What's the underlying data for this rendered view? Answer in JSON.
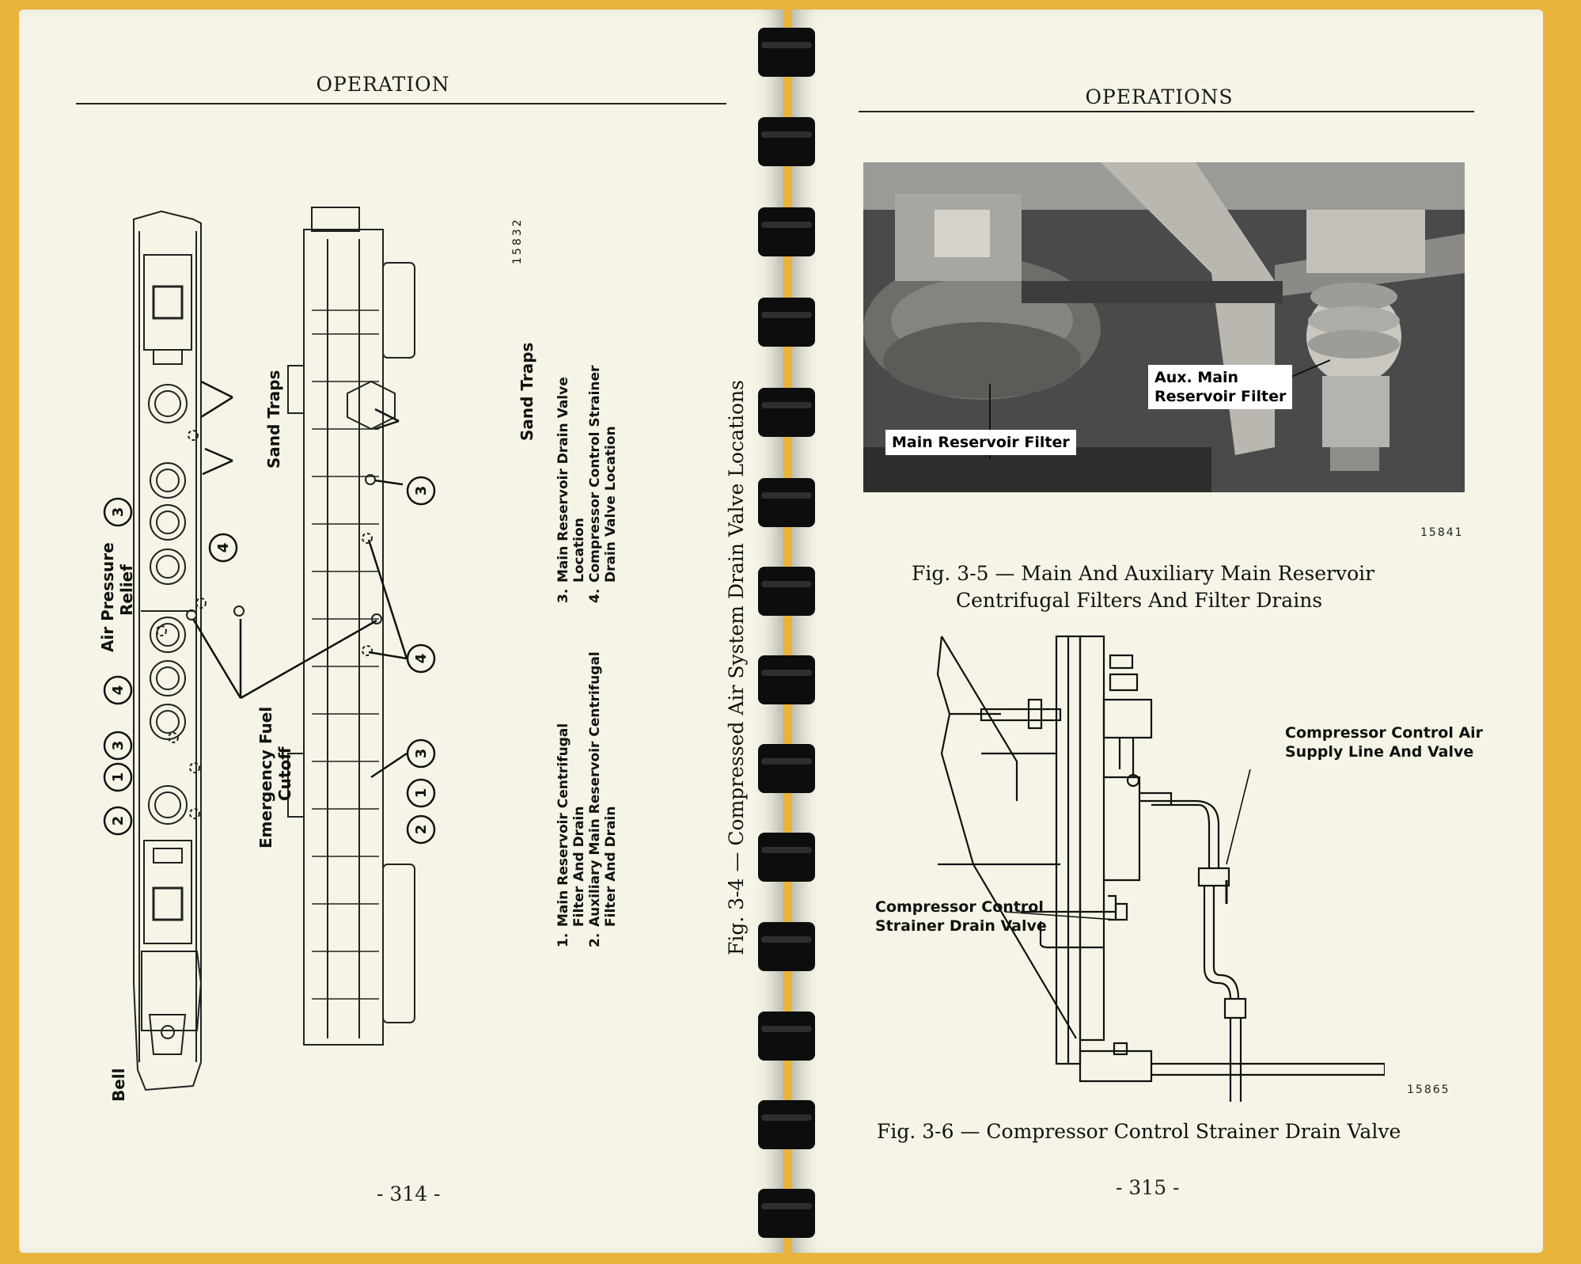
{
  "left_page": {
    "header": "OPERATION",
    "page_number": "- 314 -",
    "diagram_code": "15832",
    "labels": {
      "sand_traps_top": "Sand Traps",
      "sand_traps_side": "Sand Traps",
      "air_pressure_relief": [
        "Air Pressure",
        "Relief"
      ],
      "emergency_fuel_cutoff": [
        "Emergency Fuel",
        "Cutoff"
      ],
      "bell": "Bell"
    },
    "callout_numbers": [
      "1",
      "2",
      "3",
      "4"
    ],
    "legend": [
      {
        "num": "1.",
        "lines": [
          "Main Reservoir Centrifugal",
          "Filter And Drain"
        ]
      },
      {
        "num": "2.",
        "lines": [
          "Auxiliary Main Reservoir Centrifugal",
          "Filter And Drain"
        ]
      },
      {
        "num": "3.",
        "lines": [
          "Main Reservoir Drain Valve",
          "Location"
        ]
      },
      {
        "num": "4.",
        "lines": [
          "Compressor Control Strainer",
          "Drain Valve Location"
        ]
      }
    ],
    "figure_caption": "Fig. 3-4 — Compressed Air System Drain Valve Locations"
  },
  "right_page": {
    "header": "OPERATIONS",
    "page_number": "- 315 -",
    "photo_labels": {
      "main_filter": "Main Reservoir Filter",
      "aux_filter": [
        "Aux. Main",
        "Reservoir Filter"
      ]
    },
    "photo_code": "15841",
    "fig5_caption": [
      "Fig. 3-5 — Main And Auxiliary Main Reservoir",
      "Centrifugal Filters And Filter Drains"
    ],
    "diagram_labels": {
      "supply_line": [
        "Compressor Control Air",
        "Supply Line And Valve"
      ],
      "strainer_valve": [
        "Compressor Control",
        "Strainer Drain Valve"
      ]
    },
    "diagram_code": "15865",
    "fig6_caption": "Fig. 3-6 — Compressor Control Strainer Drain Valve"
  },
  "colors": {
    "cover": "#e8b33a",
    "paper": "#f6f4e6",
    "ink": "#111111",
    "binding": "#0d0d0d"
  }
}
